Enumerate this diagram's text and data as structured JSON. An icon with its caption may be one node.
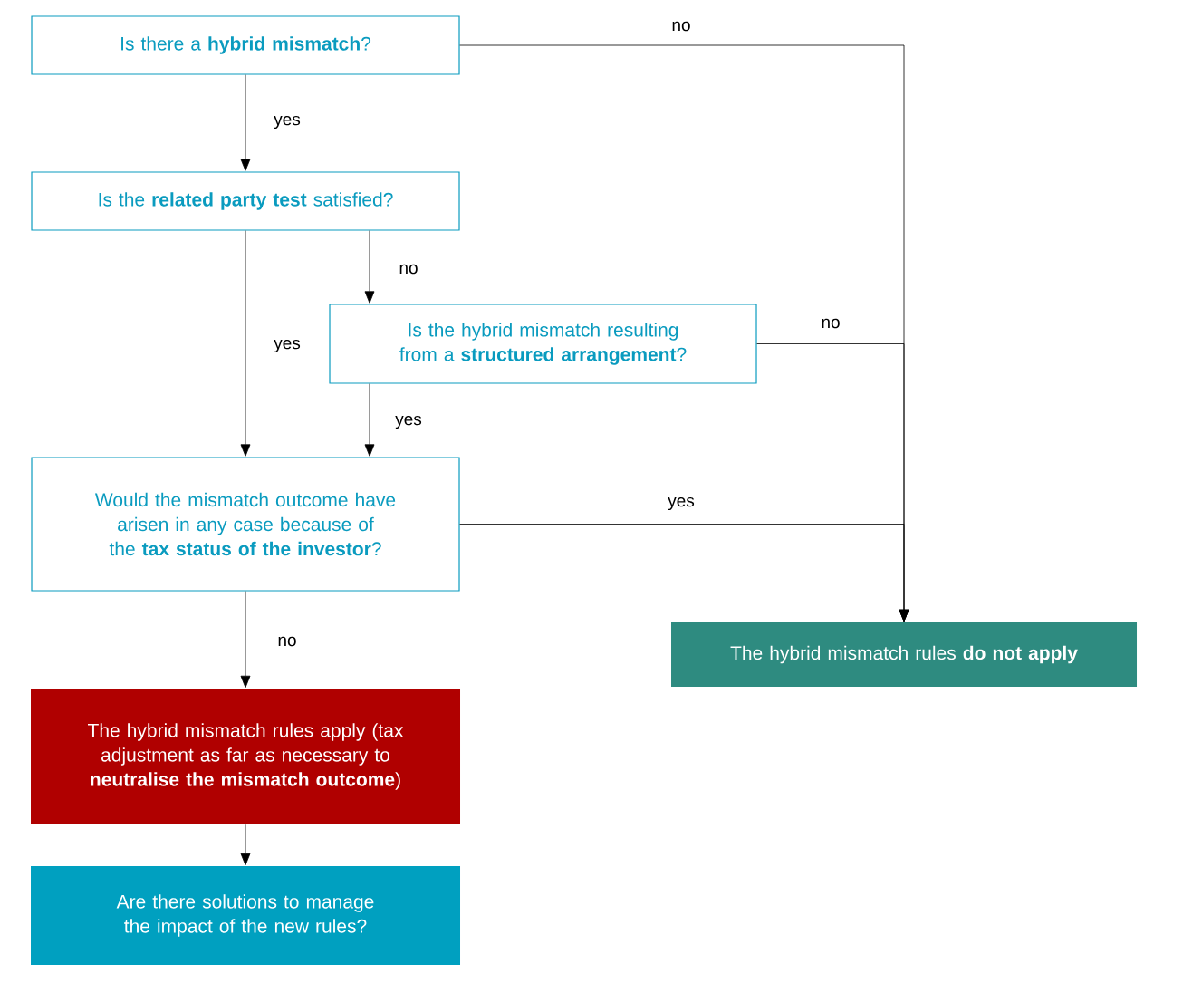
{
  "diagram": {
    "nodes": [
      {
        "text": [
          "Is there a **hybrid mismatch**?"
        ]
      },
      {
        "text": [
          "Is the **related party test** satisfied?"
        ]
      },
      {
        "text": [
          "Is the hybrid mismatch resulting from a **structured arrangement**?"
        ]
      },
      {
        "text": [
          "Would the mismatch outcome have arisen in any case because of the **tax status of the investor**?"
        ]
      },
      {
        "text": [
          "The hybrid mismatch rules apply (tax adjustment as far as necessary to **neutralise the mismatch outcome**)"
        ]
      },
      {
        "text": [
          "Are there solutions to manage the impact of the new rules?"
        ]
      },
      {
        "text": [
          "The hybrid mismatch rules **do not apply**"
        ]
      }
    ],
    "edges": [
      {
        "from": 0,
        "to": 1,
        "arrow": "to",
        "label": "yes"
      },
      {
        "from": 1,
        "to": 3,
        "arrow": "to",
        "label": "yes"
      },
      {
        "from": 1,
        "to": 2,
        "arrow": "to",
        "label": "no"
      },
      {
        "from": 2,
        "to": 3,
        "arrow": "to",
        "label": "yes"
      },
      {
        "from": 3,
        "to": 4,
        "arrow": "to",
        "label": "no"
      },
      {
        "from": 4,
        "to": 5,
        "arrow": "to"
      },
      {
        "from": 0,
        "to": 6,
        "arrow": "to",
        "label": "no"
      },
      {
        "from": 2,
        "to": 6,
        "arrow": "to",
        "label": "no"
      },
      {
        "from": 3,
        "to": 6,
        "arrow": "to",
        "label": "yes"
      }
    ]
  }
}
